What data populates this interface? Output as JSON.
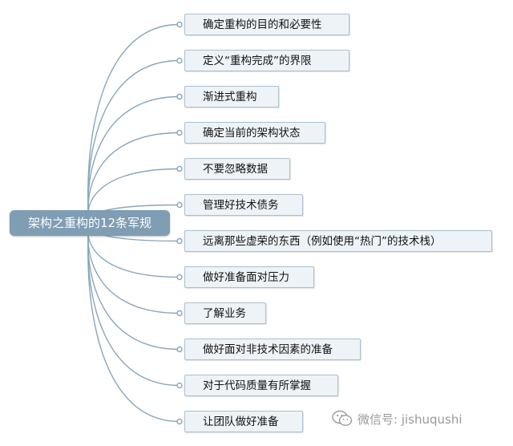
{
  "root": {
    "label": "架构之重构的12条军规"
  },
  "branches": [
    {
      "label": "确定重构的目的和必要性"
    },
    {
      "label": "定义“重构完成”的界限"
    },
    {
      "label": "渐进式重构"
    },
    {
      "label": "确定当前的架构状态"
    },
    {
      "label": "不要忽略数据"
    },
    {
      "label": "管理好技术债务"
    },
    {
      "label": "远离那些虚荣的东西（例如使用“热门”的技术栈）"
    },
    {
      "label": "做好准备面对压力"
    },
    {
      "label": "了解业务"
    },
    {
      "label": "做好面对非技术因素的准备"
    },
    {
      "label": "对于代码质量有所掌握"
    },
    {
      "label": "让团队做好准备"
    }
  ],
  "watermark": {
    "icon": "wechat-icon",
    "text": "微信号: jishuqushi"
  },
  "colors": {
    "root_fill": "#7f9db3",
    "node_fill": "#eef3f7",
    "node_border": "#a9bfd0",
    "connector": "#8aa6ba"
  }
}
